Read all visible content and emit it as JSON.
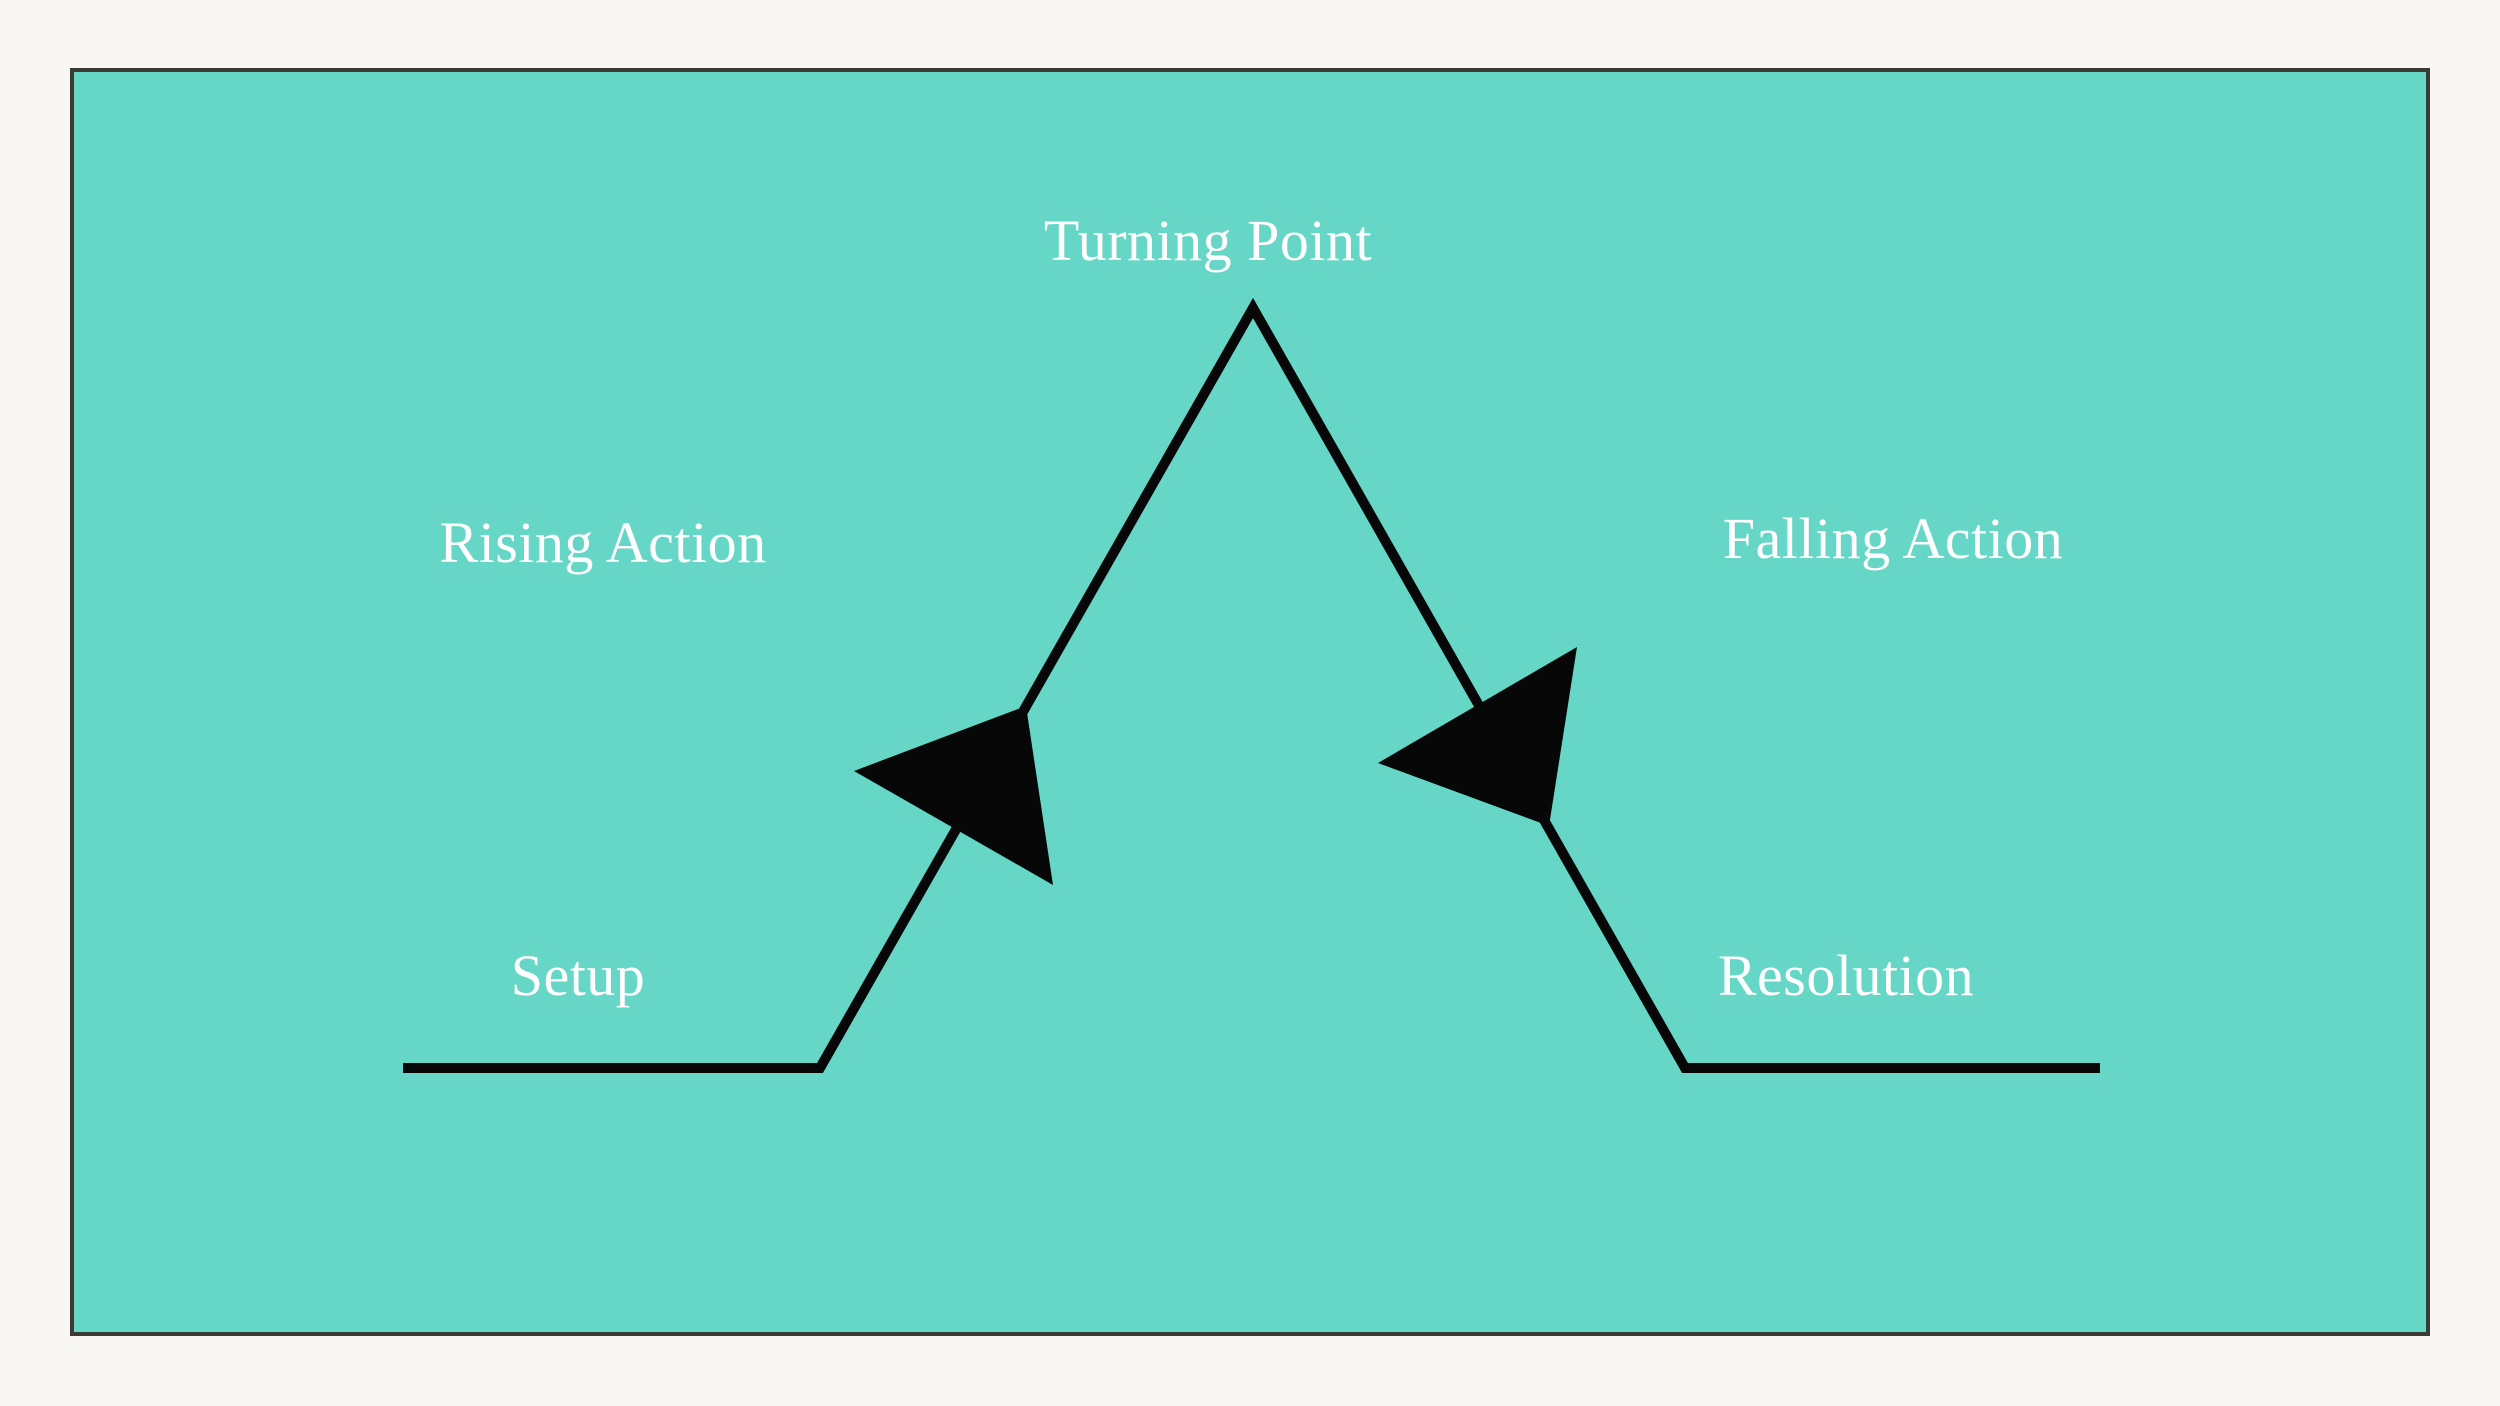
{
  "page": {
    "background_color": "#f8f7f3"
  },
  "panel": {
    "background_color": "#66d6c6",
    "border_color": "#3b3a37"
  },
  "diagram": {
    "type": "story-arc",
    "line_color": "#070707",
    "arrowhead_color": "#070707",
    "label_color": "#fdfefd",
    "labels": {
      "turning_point": "Turning Point",
      "rising_action": "Rising Action",
      "falling_action": "Falling Action",
      "setup": "Setup",
      "resolution": "Resolution"
    },
    "icons": [
      "rising-arrowhead-icon",
      "falling-arrowhead-icon"
    ]
  }
}
